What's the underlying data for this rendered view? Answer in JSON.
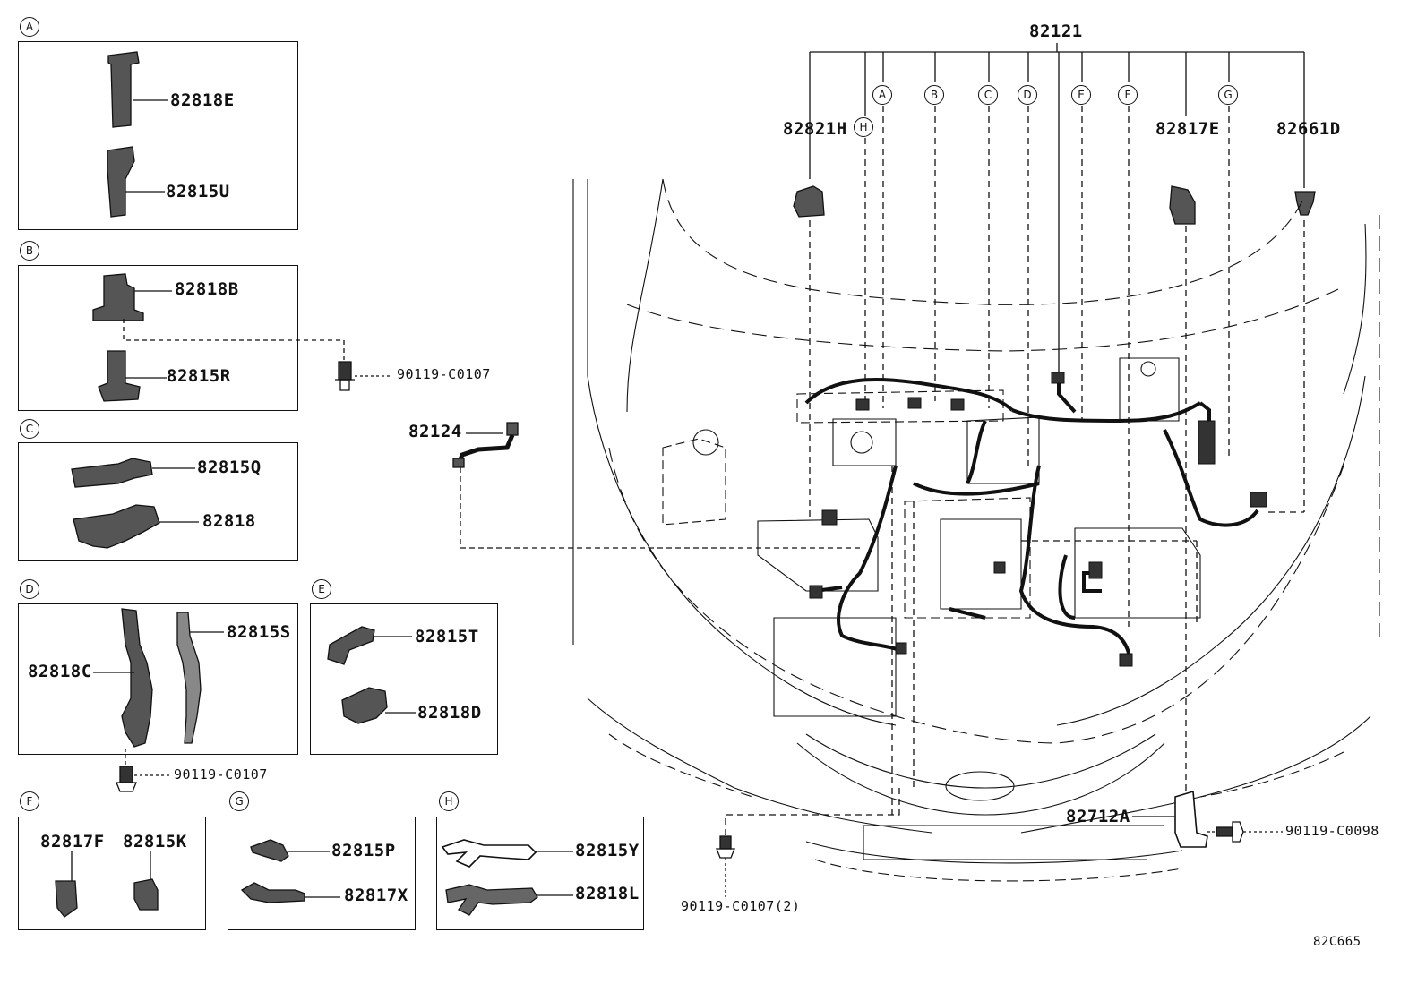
{
  "main": {
    "harness_part": "82121",
    "top_parts": {
      "p82821H": "82821H",
      "p82817E": "82817E",
      "p82661D": "82661D"
    },
    "center_parts": {
      "p82124": "82124",
      "p82712A": "82712A",
      "bolt_right": "90119-C0098",
      "bolt_bottom": "90119-C0107(2)"
    },
    "callout_letters": [
      "A",
      "B",
      "C",
      "D",
      "E",
      "F",
      "G",
      "H"
    ]
  },
  "panels": {
    "A": {
      "letter": "A",
      "parts": [
        "82818E",
        "82815U"
      ]
    },
    "B": {
      "letter": "B",
      "parts": [
        "82818B",
        "82815R"
      ],
      "bolt": "90119-C0107"
    },
    "C": {
      "letter": "C",
      "parts": [
        "82815Q",
        "82818"
      ]
    },
    "D": {
      "letter": "D",
      "parts": [
        "82815S",
        "82818C"
      ],
      "bolt": "90119-C0107"
    },
    "E": {
      "letter": "E",
      "parts": [
        "82815T",
        "82818D"
      ]
    },
    "F": {
      "letter": "F",
      "parts": [
        "82817F",
        "82815K"
      ]
    },
    "G": {
      "letter": "G",
      "parts": [
        "82815P",
        "82817X"
      ]
    },
    "H": {
      "letter": "H",
      "parts": [
        "82815Y",
        "82818L"
      ]
    }
  },
  "diagram_code": "82C665"
}
